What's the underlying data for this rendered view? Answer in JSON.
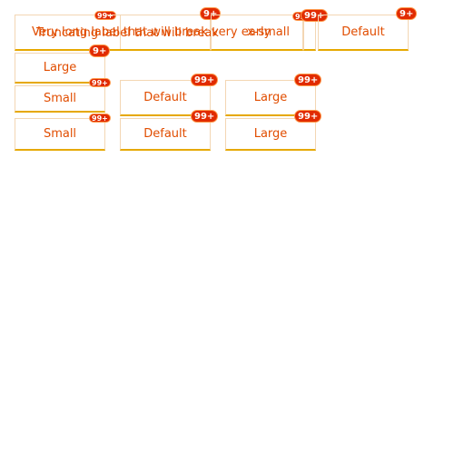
{
  "row1": {
    "wrap_label": "Very long label that will break very early",
    "truncate_label": "Truncating label that will break",
    "small_suffix": "x-small",
    "default_label": "Default",
    "badges": [
      "99+",
      "9+",
      "99+",
      "99+",
      "9+"
    ]
  },
  "row2": {
    "large_label": "Large",
    "badge": "9+"
  },
  "grid": {
    "rows": [
      {
        "small": "Small",
        "default": "Default",
        "large": "Large",
        "badges": [
          "99+",
          "99+",
          "99+"
        ]
      },
      {
        "small": "Small",
        "default": "Default",
        "large": "Large",
        "badges": [
          "99+",
          "99+",
          "99+"
        ]
      }
    ]
  },
  "colors": {
    "text": "#e14d00",
    "badge_bg": "#e12b00",
    "border_bottom": "#e6a800"
  }
}
